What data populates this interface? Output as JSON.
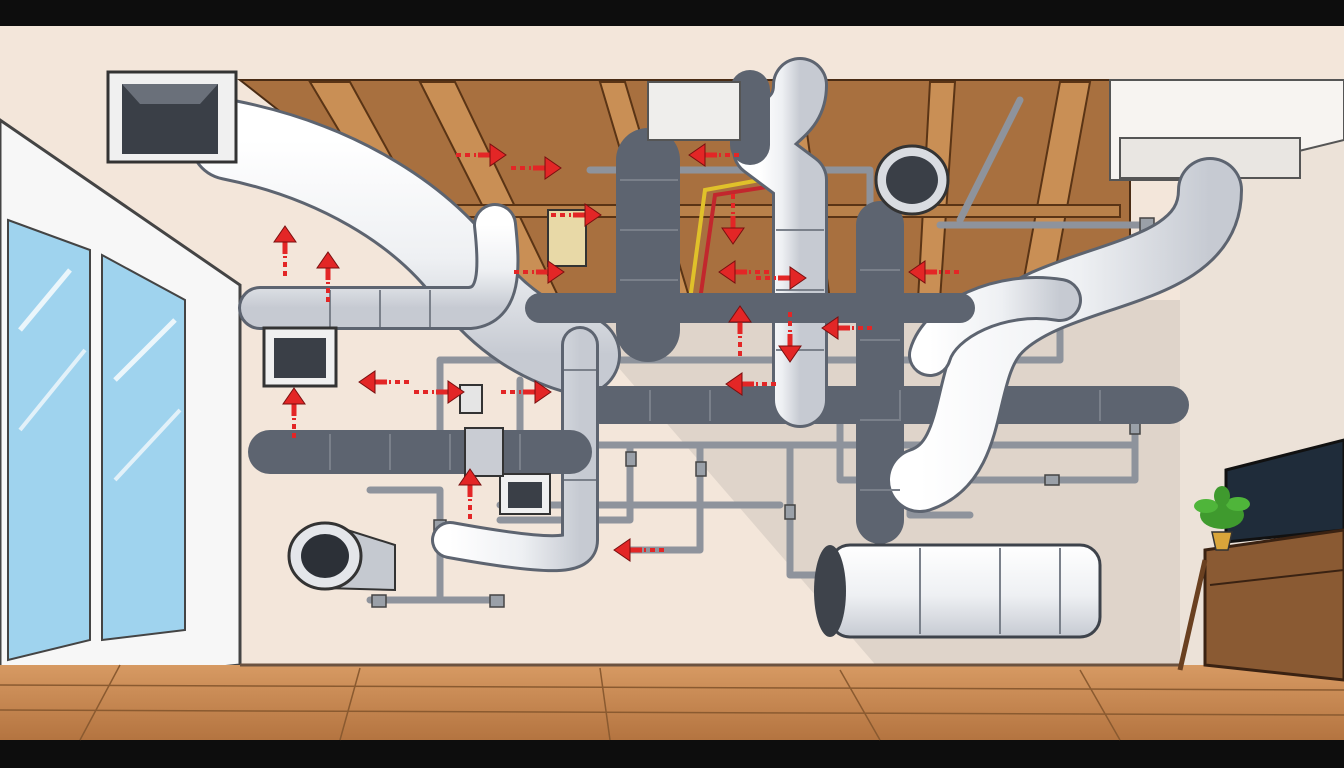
{
  "scene": {
    "colors": {
      "letterbox": "#0d0d0d",
      "wall_light": "#f3e6da",
      "wall_shade": "#d9cfc6",
      "ceiling_wood": "#a8703f",
      "joist": "#c98f55",
      "floor": "#c98a55",
      "duct": "#f4f4f6",
      "duct_shadow": "#c9ccd3",
      "pipe": "#8e939c",
      "arrow": "#e32626",
      "window_glass": "#9fd3ee",
      "window_frame": "#f7f7f7",
      "tv": "#1f2c3a",
      "cabinet": "#8a5a33",
      "plant": "#3f9a2e"
    },
    "arrows": [
      {
        "dir": "right"
      },
      {
        "dir": "right"
      },
      {
        "dir": "left"
      },
      {
        "dir": "right"
      },
      {
        "dir": "down"
      },
      {
        "dir": "up"
      },
      {
        "dir": "up"
      },
      {
        "dir": "right"
      },
      {
        "dir": "left"
      },
      {
        "dir": "right"
      },
      {
        "dir": "left"
      },
      {
        "dir": "up"
      },
      {
        "dir": "left"
      },
      {
        "dir": "down"
      },
      {
        "dir": "up"
      },
      {
        "dir": "left"
      },
      {
        "dir": "right"
      },
      {
        "dir": "right"
      },
      {
        "dir": "left"
      },
      {
        "dir": "up"
      },
      {
        "dir": "left"
      }
    ],
    "icons": [
      "window-icon",
      "tv-icon",
      "plant-icon",
      "vent-icon",
      "fan-icon"
    ]
  }
}
